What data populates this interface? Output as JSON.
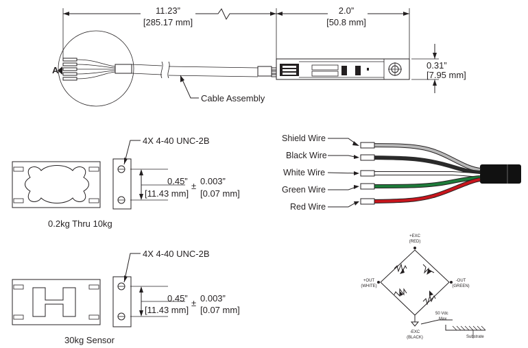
{
  "top": {
    "cable_length": "11.23”",
    "cable_length_mm": "[285.17 mm]",
    "sensor_length": "2.0”",
    "sensor_length_mm": "[50.8 mm]",
    "thickness": "0.31”",
    "thickness_mm": "[7.95 mm]",
    "detail_label": "A",
    "cable_callout": "Cable Assembly"
  },
  "mount_small": {
    "thread": "4X 4-40 UNC-2B",
    "spacing": "0.45”",
    "spacing_mm": "[11.43 mm]",
    "pm": "±",
    "tolerance": "0.003”",
    "tolerance_mm": "[0.07 mm]",
    "caption": "0.2kg Thru 10kg"
  },
  "mount_large": {
    "thread": "4X 4-40 UNC-2B",
    "spacing": "0.45”",
    "spacing_mm": "[11.43 mm]",
    "pm": "±",
    "tolerance": "0.003”",
    "tolerance_mm": "[0.07 mm]",
    "caption": "30kg Sensor"
  },
  "wires": {
    "items": [
      {
        "label": "Shield Wire",
        "color": "#b8b8b8"
      },
      {
        "label": "Black Wire",
        "color": "#2a2a2a"
      },
      {
        "label": "White Wire",
        "color": "#ffffff"
      },
      {
        "label": "Green Wire",
        "color": "#1e7b3a"
      },
      {
        "label": "Red Wire",
        "color": "#c8161d"
      }
    ],
    "jacket_color": "#111111"
  },
  "bridge": {
    "exc_pos": "+EXC",
    "exc_pos_color": "(RED)",
    "exc_neg": "-EXC",
    "exc_neg_color": "(BLACK)",
    "out_pos": "+OUT",
    "out_pos_color": "(WHITE)",
    "out_neg": "-OUT",
    "out_neg_color": "(GREEN)",
    "max_voltage": "50 Vdc",
    "max_label": "Max",
    "substrate": "Substrate"
  }
}
